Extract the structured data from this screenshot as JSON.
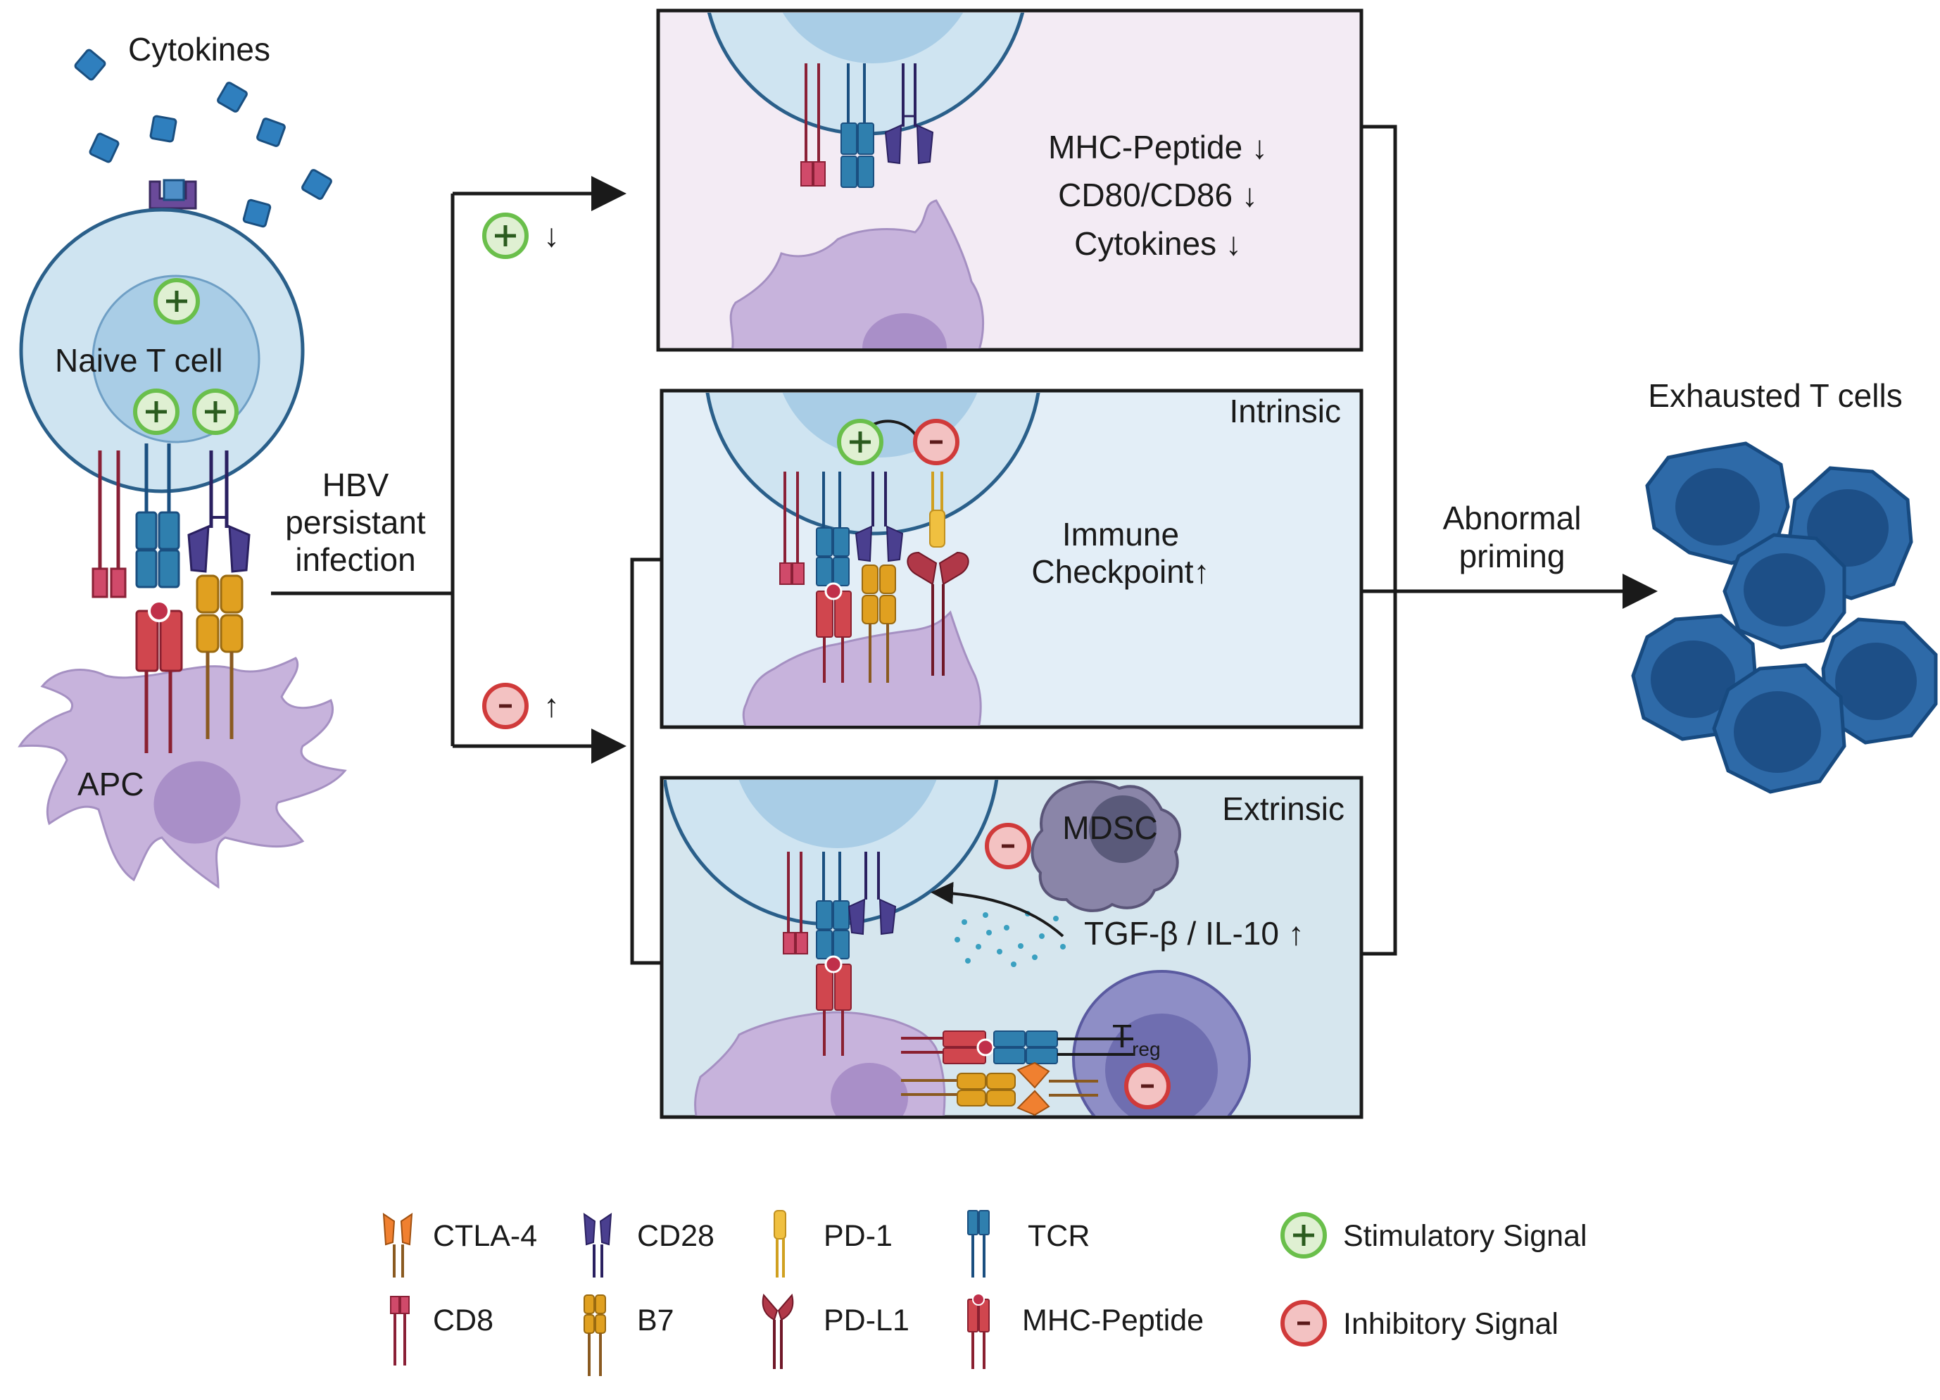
{
  "left": {
    "cytokines_label": "Cytokines",
    "naive_label": "Naive T cell",
    "apc_label": "APC",
    "hbv_line1": "HBV",
    "hbv_line2": "persistant",
    "hbv_line3": "infection"
  },
  "branch": {
    "plus_sym": "+",
    "plus_arrow": "↓",
    "minus_sym": "-",
    "minus_arrow": "↑"
  },
  "panel_top": {
    "line1": "MHC-Peptide ↓",
    "line2": "CD80/CD86 ↓",
    "line3": "Cytokines ↓"
  },
  "panel_mid": {
    "title": "Intrinsic",
    "line1": "Immune",
    "line2": "Checkpoint↑"
  },
  "panel_bot": {
    "title": "Extrinsic",
    "mdsc": "MDSC",
    "tgf": "TGF-β / IL-10 ↑",
    "treg_t": "T",
    "treg_sub": "reg"
  },
  "right": {
    "abnormal_line1": "Abnormal",
    "abnormal_line2": "priming",
    "exhausted": "Exhausted T cells"
  },
  "legend": {
    "ctla4": "CTLA-4",
    "cd28": "CD28",
    "pd1": "PD-1",
    "tcr": "TCR",
    "cd8": "CD8",
    "b7": "B7",
    "pdl1": "PD-L1",
    "mhc": "MHC-Peptide",
    "stim": "Stimulatory Signal",
    "inhib": "Inhibitory Signal"
  },
  "colors": {
    "tcell": "#c9e1f0",
    "apc": "#c7b3dc",
    "tcr": "#2f7fae",
    "mhc": "#c8424a",
    "cd28": "#4a3f8f",
    "b7": "#e0a020",
    "ctla4": "#f08030",
    "pd1": "#f0c040",
    "pdl1": "#a83040",
    "cd8": "#c03050",
    "exhausted": "#1f5f99",
    "stim": "#6abf4b",
    "inhib": "#d03a3a"
  }
}
